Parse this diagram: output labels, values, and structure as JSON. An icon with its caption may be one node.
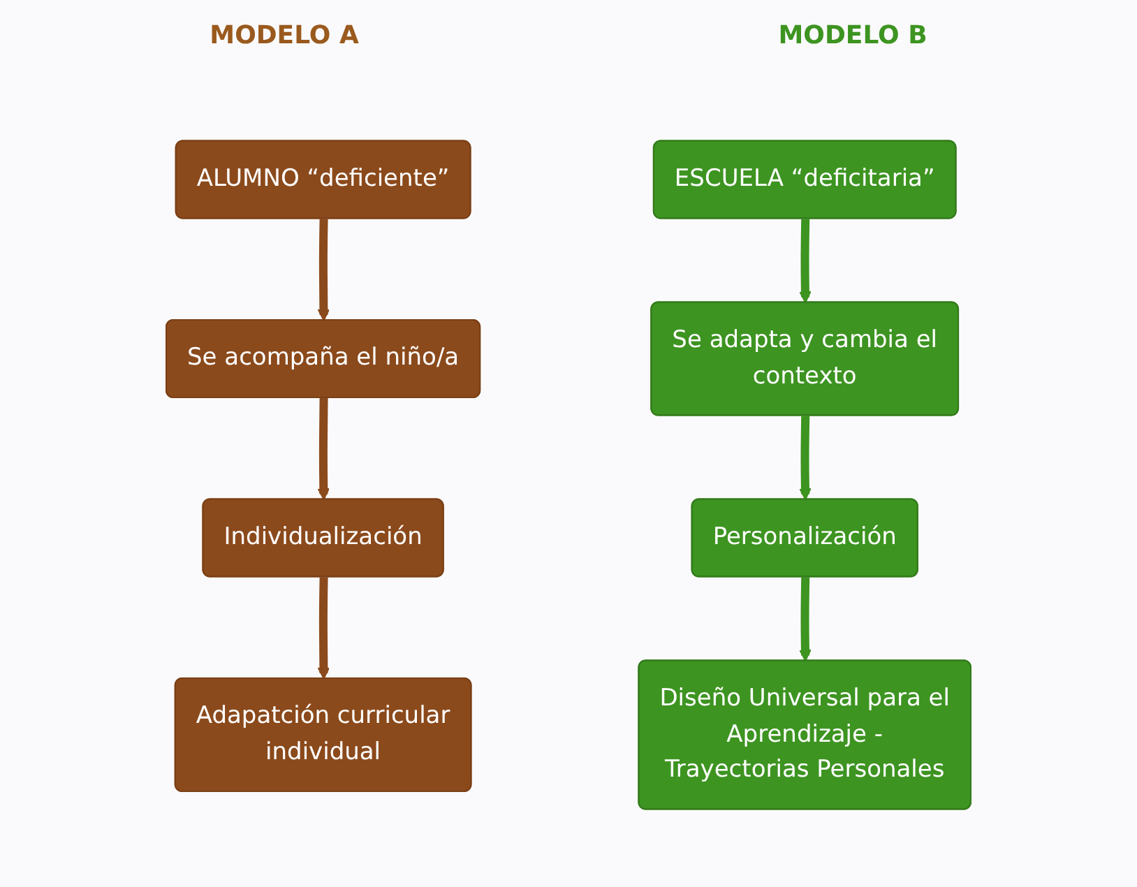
{
  "diagram": {
    "nodes": [
      {
        "text": [
          "ALUMNO “deficiente”"
        ]
      },
      {
        "text": [
          "Se acompaña el niño/a"
        ]
      },
      {
        "text": [
          "Individualización"
        ]
      },
      {
        "text": [
          "Adapatción curricular individual"
        ]
      },
      {
        "text": [
          "ESCUELA “deficitaria”"
        ]
      },
      {
        "text": [
          "Se adapta y cambia el contexto"
        ]
      },
      {
        "text": [
          "Personalización"
        ]
      },
      {
        "text": [
          "Diseño Universal para el Aprendizaje - Trayectorias Personales"
        ]
      }
    ],
    "edges": [
      {
        "from": 0,
        "to": 1,
        "arrow": "to",
        "color": "#8b4a1c"
      },
      {
        "from": 1,
        "to": 2,
        "arrow": "to",
        "color": "#8b4a1c"
      },
      {
        "from": 2,
        "to": 3,
        "arrow": "to",
        "color": "#8b4a1c"
      },
      {
        "from": 4,
        "to": 5,
        "arrow": "to",
        "color": "#3d9421"
      },
      {
        "from": 5,
        "to": 6,
        "arrow": "to",
        "color": "#3d9421"
      },
      {
        "from": 6,
        "to": 7,
        "arrow": "to",
        "color": "#3d9421"
      }
    ],
    "labels": [
      "MODELO A",
      "MODELO B"
    ]
  }
}
